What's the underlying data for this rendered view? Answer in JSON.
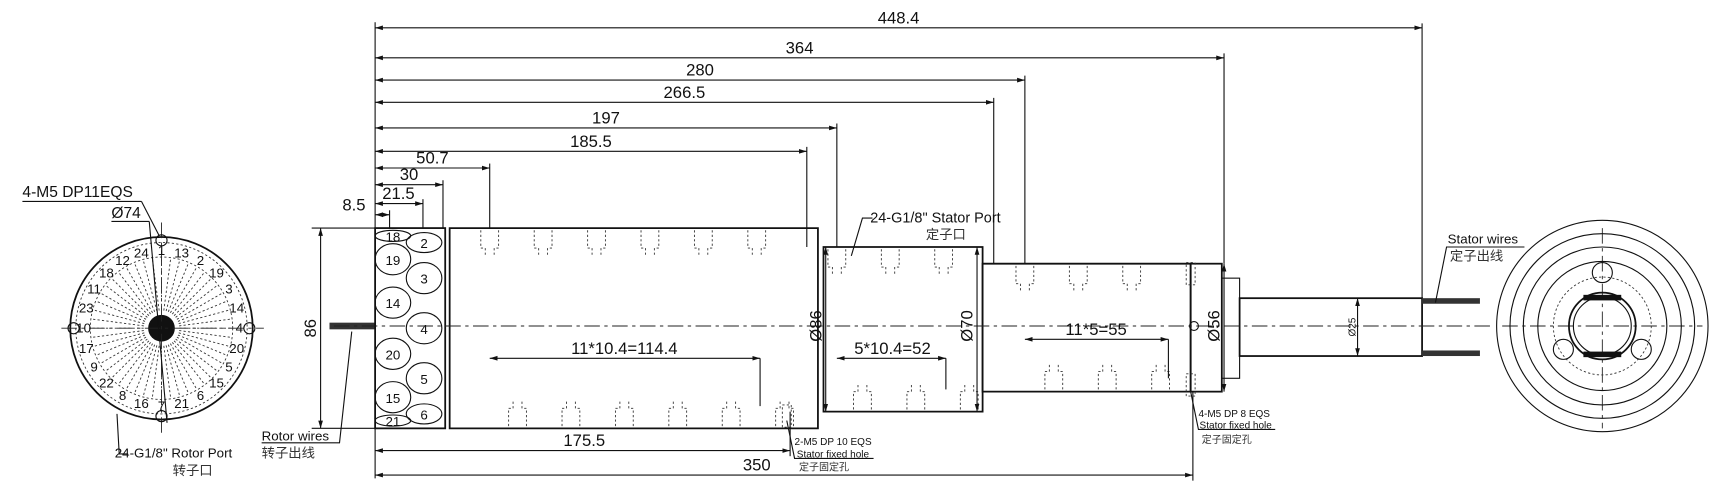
{
  "title_block": {
    "left_view": {
      "mount_holes": "4-M5 DP11EQS",
      "diameter": "Ø74",
      "rotor_port": "24-G1/8\"  Rotor Port",
      "rotor_port_cn": "转子口",
      "port_numbers": [
        "1",
        "13",
        "2",
        "19",
        "3",
        "14",
        "4",
        "20",
        "5",
        "15",
        "6",
        "21",
        "7",
        "16",
        "8",
        "22",
        "9",
        "17",
        "10",
        "23",
        "11",
        "18",
        "12",
        "24"
      ]
    },
    "side_view": {
      "height_dim": "86",
      "rotor_wires": "Rotor wires",
      "rotor_wires_cn": "转子出线",
      "face_ports_left": [
        "18",
        "19",
        "14",
        "20",
        "15",
        "21"
      ],
      "face_ports_right": [
        "2",
        "3",
        "4",
        "5",
        "6"
      ],
      "top_dims": [
        "448.4",
        "364",
        "280",
        "266.5",
        "197",
        "185.5",
        "50.7",
        "30",
        "21.5",
        "8.5"
      ],
      "bottom_dims": [
        "175.5",
        "350"
      ],
      "pitch_1": "11*10.4=114.4",
      "pitch_2": "5*10.4=52",
      "pitch_3": "11*5=55",
      "dia_86": "Ø86",
      "dia_70": "Ø70",
      "dia_56": "Ø56",
      "dia_25": "Ø25",
      "stator_port": "24-G1/8\" Stator Port",
      "stator_port_cn": "定子口",
      "fixed_hole_1": "2-M5 DP 10 EQS",
      "fixed_hole_1_label": "Stator fixed hole",
      "fixed_hole_1_cn": "定子固定孔",
      "fixed_hole_2": "4-M5 DP 8 EQS",
      "fixed_hole_2_label": "Stator fixed hole",
      "fixed_hole_2_cn": "定子固定孔",
      "stator_wires": "Stator wires",
      "stator_wires_cn": "定子出线"
    }
  }
}
